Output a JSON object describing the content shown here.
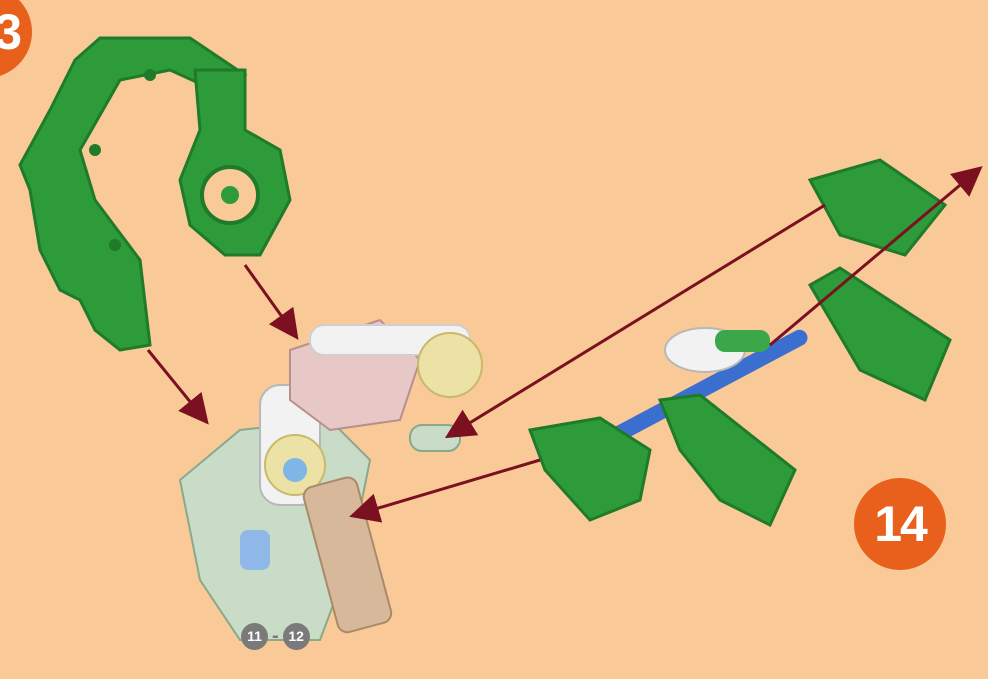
{
  "step_prev": "3",
  "step_current": "14",
  "reference_range": {
    "from": "11",
    "separator": "-",
    "to": "12"
  },
  "colors": {
    "background": "#f9c998",
    "green_part": "#2e9b3a",
    "green_dark": "#1f7a2a",
    "arrow": "#7a1020",
    "step_badge": "#e8601c",
    "reference_badge": "#7a7a7a",
    "blue_rod": "#3a6fd0"
  },
  "icons": [
    "green-angled-connector",
    "green-round-connector",
    "blue-rod",
    "assembly-arrow"
  ]
}
